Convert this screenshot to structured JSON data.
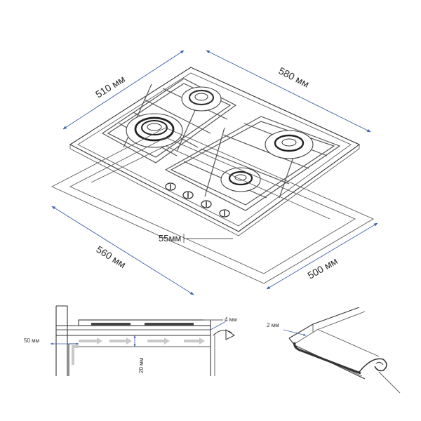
{
  "dimensions": {
    "top_width": "510 мм",
    "top_depth": "580 мм",
    "cutout_width": "560 мм",
    "cutout_depth": "500 мм",
    "depth_below": "55мм",
    "side_gap": "50 мм",
    "bottom_gap": "20 мм",
    "top_gap": "4 мм",
    "seal": "2 мм"
  },
  "colors": {
    "dimension_line": "#3f5fa8",
    "airflow_arrow": "#c9c9c9",
    "outline": "#333333"
  }
}
